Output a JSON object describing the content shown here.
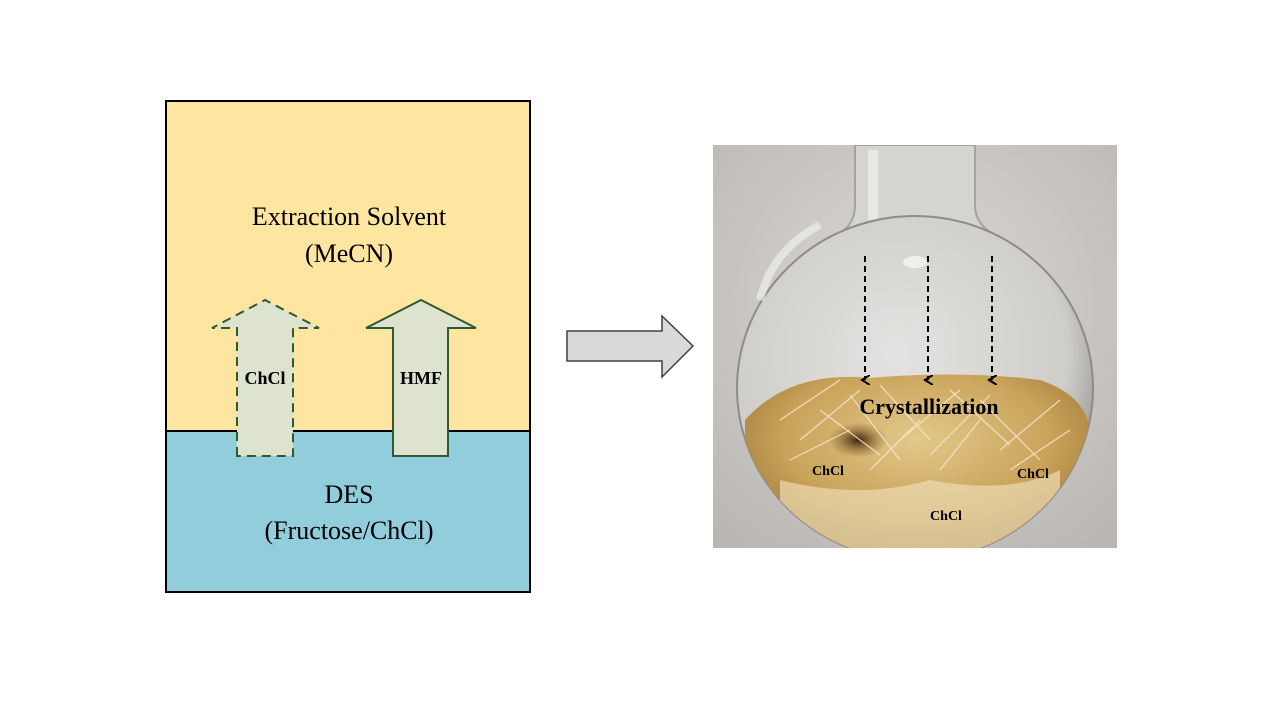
{
  "left_panel": {
    "top_line1": "Extraction Solvent",
    "top_line2": "(MeCN)",
    "bottom_line1": "DES",
    "bottom_line2": "(Fructose/ChCl)",
    "arrow_left_label": "ChCl",
    "arrow_right_label": "HMF",
    "colors": {
      "solvent_layer": "#FFE6A0",
      "des_layer": "#92CDDC",
      "arrow_fill": "#DDE3CF",
      "arrow_stroke": "#2F5A2F"
    }
  },
  "transition_arrow": {
    "fill": "#D9D9D9",
    "stroke": "#404040"
  },
  "photo": {
    "crystallization_label": "Crystallization",
    "chcl_labels": [
      "ChCl",
      "ChCl",
      "ChCl"
    ]
  }
}
